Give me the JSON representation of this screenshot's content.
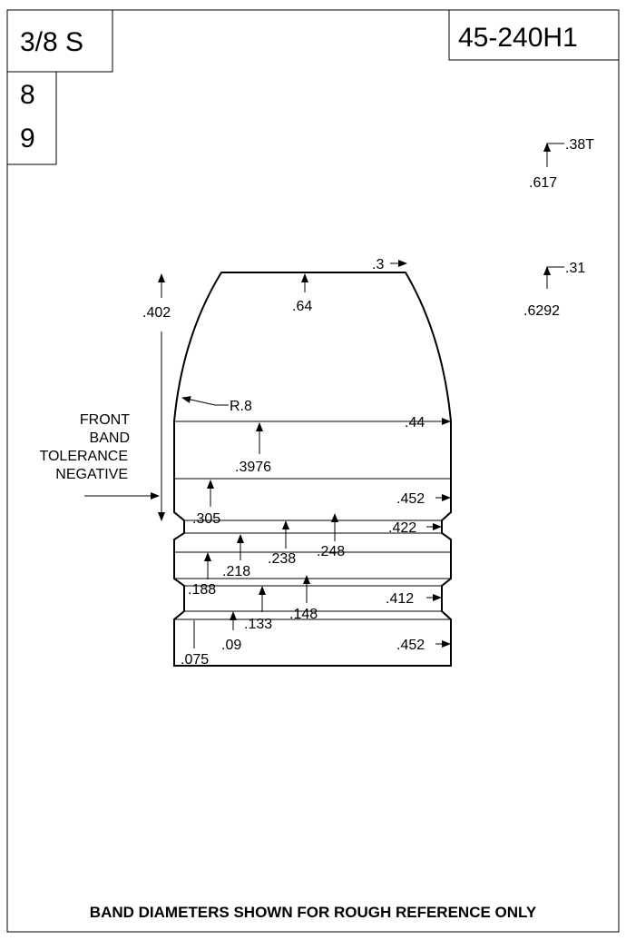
{
  "header": {
    "caliber": "3/8 S",
    "mold_number": "45-240H1",
    "cavities_line1": "8",
    "cavities_line2": "9"
  },
  "top_right_notes": {
    "note1_label": ".38T",
    "note1_value": ".617",
    "note2_label": ".31",
    "note2_value": ".6292"
  },
  "dimensions": {
    "nose_flat": ".3",
    "nose_length": ".64",
    "overall_front": ".402",
    "ogive_radius": "R.8",
    "diam_ogive_end": ".44",
    "front_band_len": ".3976",
    "diam_front_band": ".452",
    "groove1_start": ".305",
    "diam_groove1": ".422",
    "groove1_end": ".248",
    "band2_start": ".238",
    "band2_end": ".218",
    "band2_lower": ".188",
    "groove2_top": ".148",
    "groove2_lower": ".133",
    "diam_groove2": ".412",
    "base_band_top": ".09",
    "base_band_len": ".075",
    "diam_base_band": ".452"
  },
  "front_band_note": {
    "line1": "FRONT",
    "line2": "BAND",
    "line3": "TOLERANCE",
    "line4": "NEGATIVE"
  },
  "footer": {
    "note": "BAND DIAMETERS SHOWN FOR ROUGH REFERENCE ONLY"
  }
}
